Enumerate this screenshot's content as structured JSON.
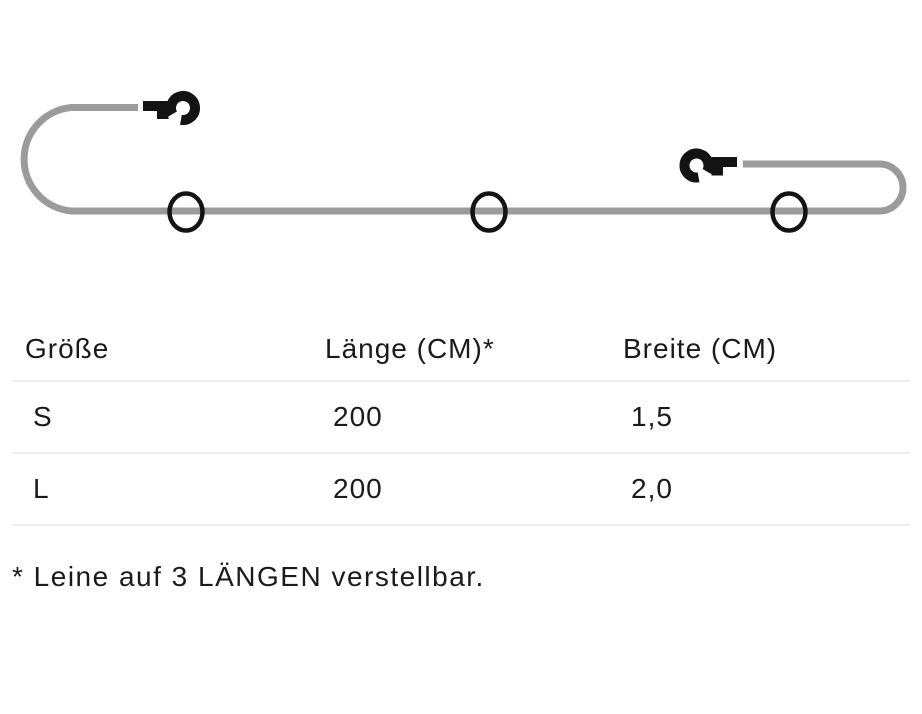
{
  "diagram": {
    "description": "adjustable-dog-leash-schematic",
    "leash_color": "#9b9b9b",
    "hardware_color": "#131313",
    "hooks": 2,
    "rings": 3
  },
  "table": {
    "headers": [
      "Größe",
      "Länge (CM)*",
      "Breite (CM)"
    ],
    "rows": [
      [
        "S",
        "200",
        "1,5"
      ],
      [
        "L",
        "200",
        "2,0"
      ]
    ],
    "divider_color": "#ededed"
  },
  "footnote": "* Leine auf 3 LÄNGEN verstellbar."
}
